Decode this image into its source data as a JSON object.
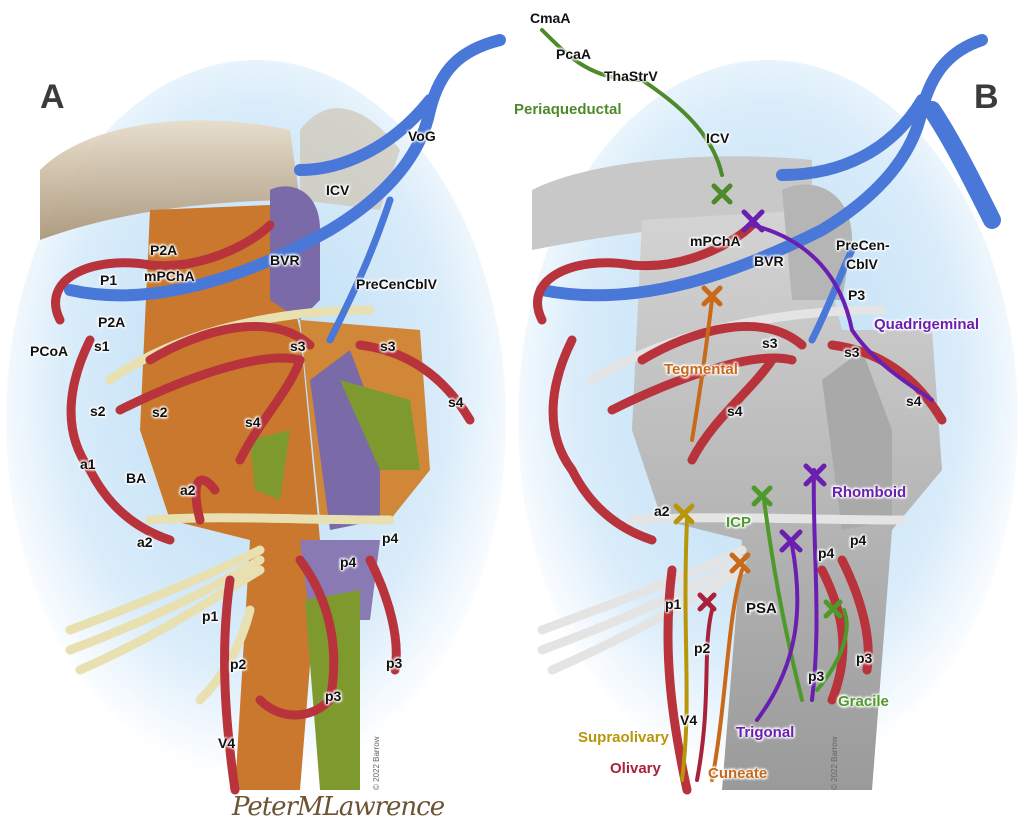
{
  "panel_a": {
    "letter": "A",
    "labels": {
      "vog": "VoG",
      "icv": "ICV",
      "p2a_upper": "P2A",
      "p1": "P1",
      "mpcha": "mPChA",
      "bvr": "BVR",
      "precencblv": "PreCenCblV",
      "p2a_lower": "P2A",
      "pcoa": "PCoA",
      "s1": "s1",
      "s3_left": "s3",
      "s3_right": "s3",
      "s2_outer": "s2",
      "s2_inner": "s2",
      "s4_left": "s4",
      "s4_right": "s4",
      "a1": "a1",
      "ba": "BA",
      "a2_inner": "a2",
      "a2_outer": "a2",
      "p4_right": "p4",
      "p4_left": "p4",
      "p1_lower": "p1",
      "p2_lower": "p2",
      "p3_right": "p3",
      "p3_center": "p3",
      "v4": "V4"
    },
    "copyright": "© 2022 Barrow"
  },
  "panel_b": {
    "letter": "B",
    "labels": {
      "cmaa": "CmaA",
      "pcaa": "PcaA",
      "thastrv": "ThaStrV",
      "icv": "ICV",
      "mpcha": "mPChA",
      "bvr": "BVR",
      "precen1": "PreCen-",
      "precen2": "CblV",
      "p3_upper": "P3",
      "s3_left": "s3",
      "s3_right": "s3",
      "s4_left": "s4",
      "s4_right": "s4",
      "a2": "a2",
      "p4_left": "p4",
      "p4_right": "p4",
      "p1": "p1",
      "p2": "p2",
      "p3_lower_left": "p3",
      "p3_lower_right": "p3",
      "v4": "V4"
    },
    "pathways": {
      "periaqueductal": "Periaqueductal",
      "quadrigeminal": "Quadrigeminal",
      "tegmental": "Tegmental",
      "rhomboid": "Rhomboid",
      "icp": "ICP",
      "psa": "PSA",
      "supraolivary": "Supraolivary",
      "olivary": "Olivary",
      "cuneate": "Cuneate",
      "trigonal": "Trigonal",
      "gracile": "Gracile"
    },
    "copyright": "© 2022 Barrow"
  },
  "signature": "PeterMLawrence",
  "colors": {
    "vein": "#4a78d8",
    "artery": "#b8333b",
    "orange_region": "#c9782e",
    "green_region": "#7e9a2e",
    "purple_region": "#7a6aa8",
    "nerve": "#e8e0b0",
    "periaqueductal": "#4d8a2a",
    "quadrigeminal": "#6a1fb0",
    "tegmental": "#c86a1a",
    "rhomboid": "#6a1fb0",
    "icp": "#4d9a2a",
    "psa": "#c86a1a",
    "supraolivary": "#b8960a",
    "olivary": "#a8223a",
    "cuneate": "#c86a1a",
    "trigonal": "#6a1fb0",
    "gracile": "#4d9a2a"
  }
}
